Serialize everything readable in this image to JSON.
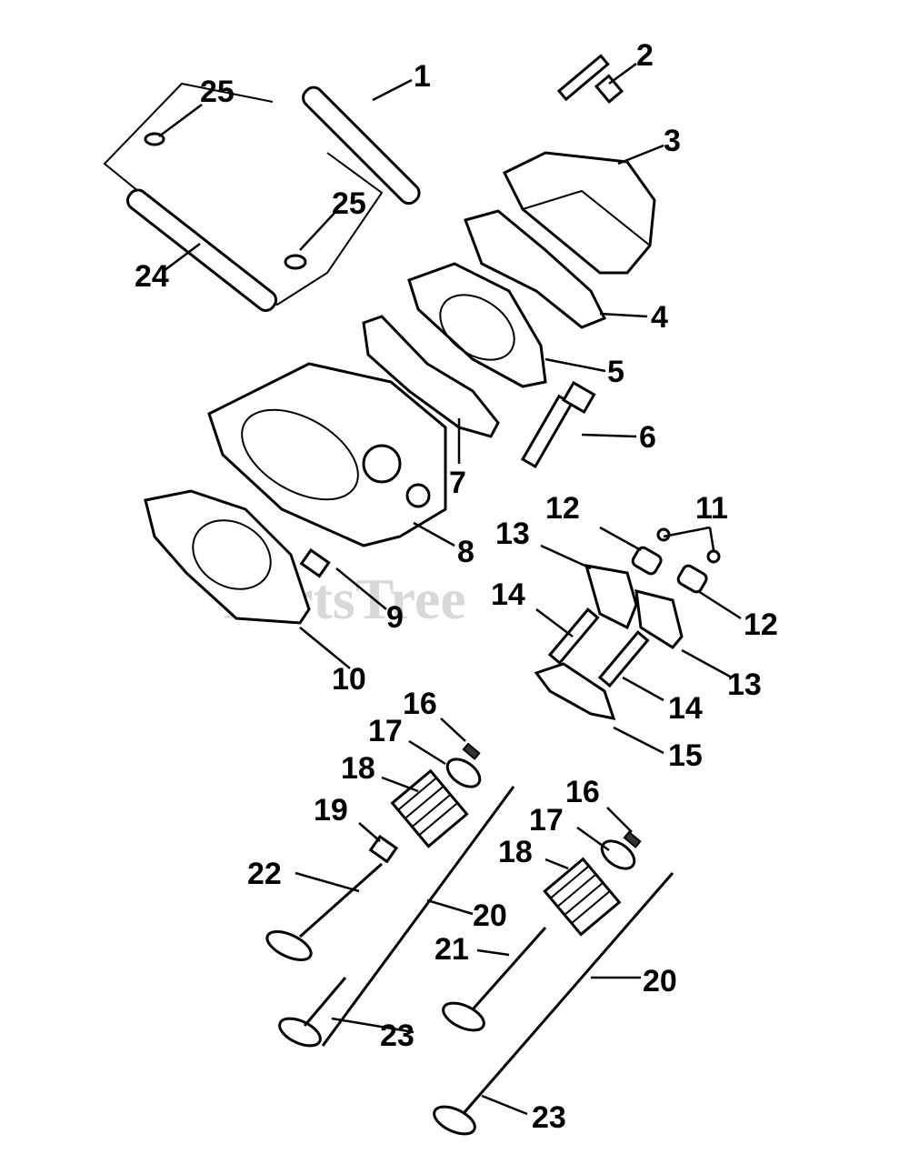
{
  "watermark": "PartsTree",
  "callouts": {
    "c1": "1",
    "c2": "2",
    "c3": "3",
    "c4": "4",
    "c5": "5",
    "c6": "6",
    "c7": "7",
    "c8": "8",
    "c9": "9",
    "c10": "10",
    "c11": "11",
    "c12a": "12",
    "c12b": "12",
    "c13a": "13",
    "c13b": "13",
    "c14a": "14",
    "c14b": "14",
    "c15": "15",
    "c16a": "16",
    "c16b": "16",
    "c17a": "17",
    "c17b": "17",
    "c18a": "18",
    "c18b": "18",
    "c19": "19",
    "c20a": "20",
    "c20b": "20",
    "c21": "21",
    "c22": "22",
    "c23a": "23",
    "c23b": "23",
    "c24": "24",
    "c25a": "25",
    "c25b": "25"
  }
}
